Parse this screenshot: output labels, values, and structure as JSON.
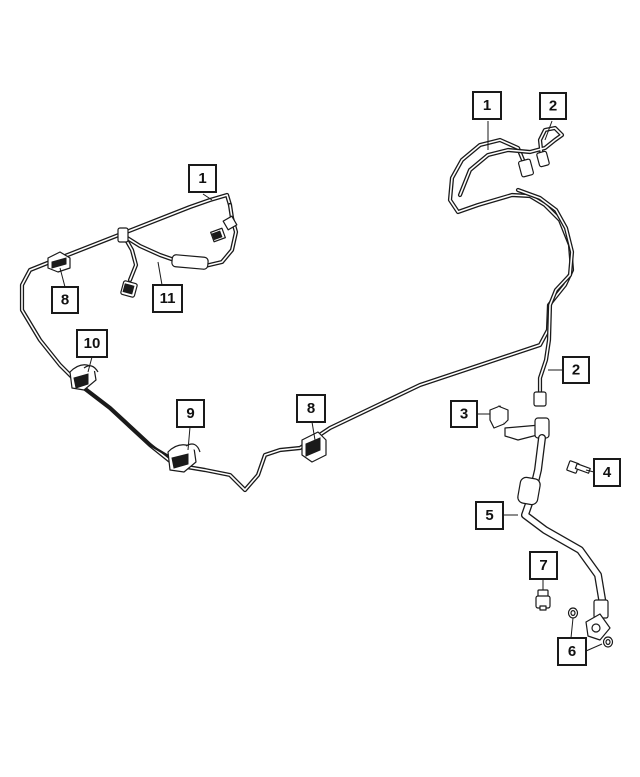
{
  "callouts": [
    {
      "id": "c1-right",
      "label": "1"
    },
    {
      "id": "c2-top",
      "label": "2"
    },
    {
      "id": "c1-left",
      "label": "1"
    },
    {
      "id": "c8-left",
      "label": "8"
    },
    {
      "id": "c11",
      "label": "11"
    },
    {
      "id": "c10",
      "label": "10"
    },
    {
      "id": "c9",
      "label": "9"
    },
    {
      "id": "c8-mid",
      "label": "8"
    },
    {
      "id": "c2-mid",
      "label": "2"
    },
    {
      "id": "c3",
      "label": "3"
    },
    {
      "id": "c4",
      "label": "4"
    },
    {
      "id": "c5",
      "label": "5"
    },
    {
      "id": "c7",
      "label": "7"
    },
    {
      "id": "c6",
      "label": "6"
    }
  ]
}
